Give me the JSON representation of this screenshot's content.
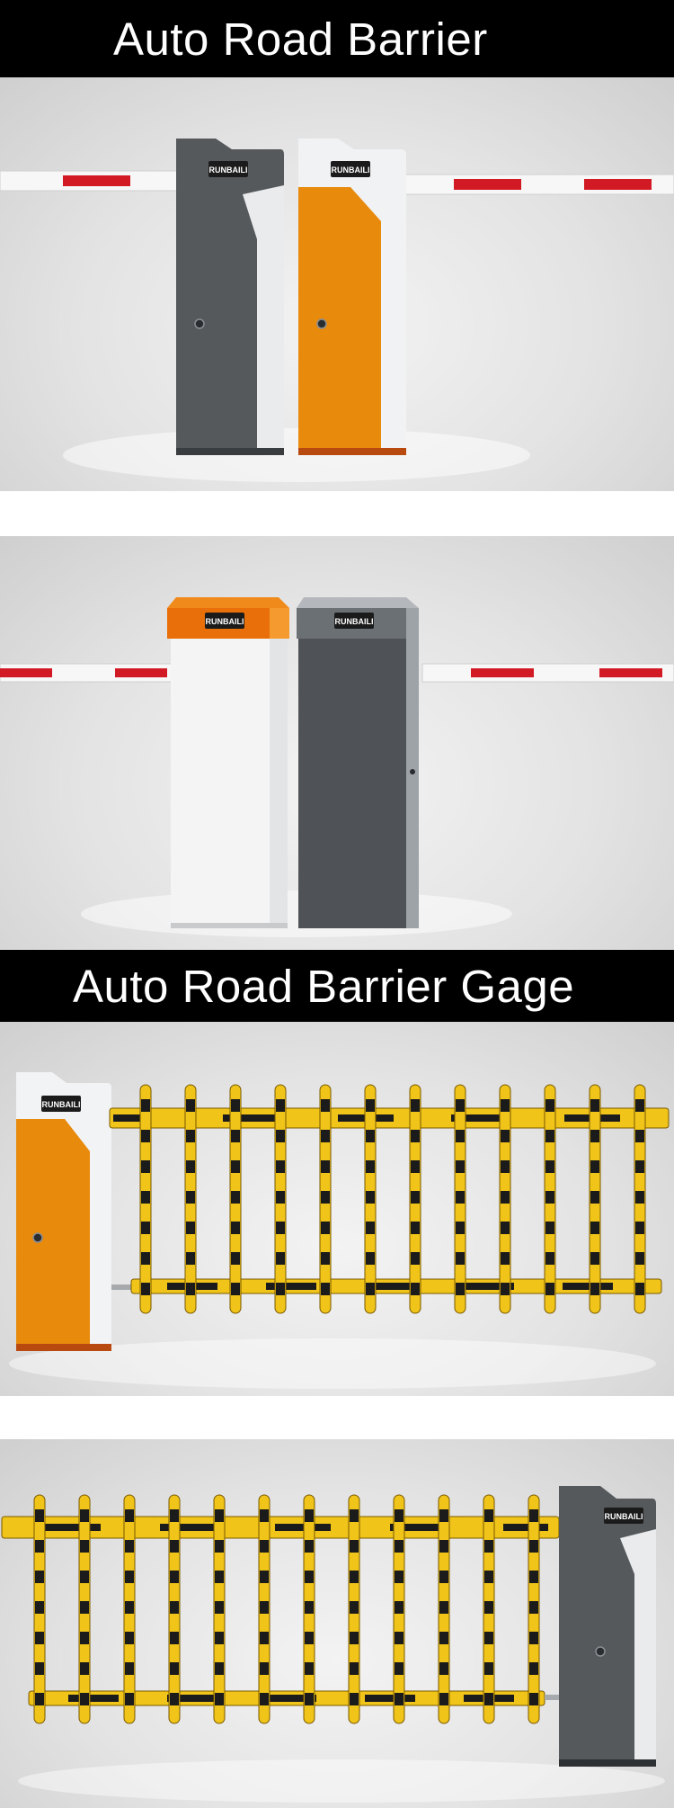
{
  "banners": {
    "barrier_title": "Auto Road Barrier",
    "gage_title": "Auto Road Barrier Gage"
  },
  "products": {
    "brand": "RUNBAILI"
  },
  "colors": {
    "banner_bg": "#000000",
    "banner_text": "#ffffff",
    "orange": "#e88a0c",
    "dark_gray": "#55595c",
    "boom_red": "#d21a24",
    "fence_yellow": "#f0c419"
  }
}
